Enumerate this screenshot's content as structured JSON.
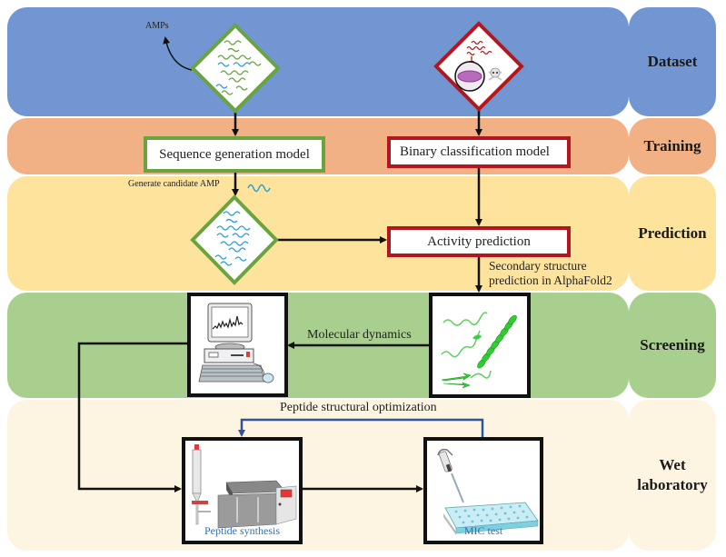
{
  "stages": [
    {
      "id": "dataset",
      "label": "Dataset",
      "color": "#7196d1"
    },
    {
      "id": "training",
      "label": "Training",
      "color": "#f1b185"
    },
    {
      "id": "prediction",
      "label": "Prediction",
      "color": "#fde39b"
    },
    {
      "id": "screening",
      "label": "Screening",
      "color": "#a8cf8e"
    },
    {
      "id": "wet",
      "label": "Wet laboratory",
      "color": "#fdf4e1"
    }
  ],
  "dataset": {
    "amps_label": "AMPs",
    "amp_diamond_icon": "peptide-sequences-icon",
    "bacteria_diamond_icon": "bacteria-toxicity-icon"
  },
  "training": {
    "seq_model": "Sequence generation model",
    "bin_model": "Binary classification model"
  },
  "prediction": {
    "generate_label": "Generate candidate AMP",
    "activity": "Activity prediction",
    "secondary_line1": "Secondary structure",
    "secondary_line2": "prediction in AlphaFold2"
  },
  "screening": {
    "md_label": "Molecular dynamics",
    "computer_icon": "computer-icon",
    "protein_icon": "protein-structure-icon"
  },
  "wet": {
    "optimization_label": "Peptide structural optimization",
    "synthesis_label": "Peptide synthesis",
    "mic_label": "MIC test"
  },
  "colors": {
    "green_border": "#6aa43f",
    "red_border": "#b3171d",
    "feedback_arrow": "#2f5597",
    "peptide_blue": "#2aa0d6",
    "peptide_green": "#6aa43f",
    "peptide_red": "#b3171d"
  }
}
